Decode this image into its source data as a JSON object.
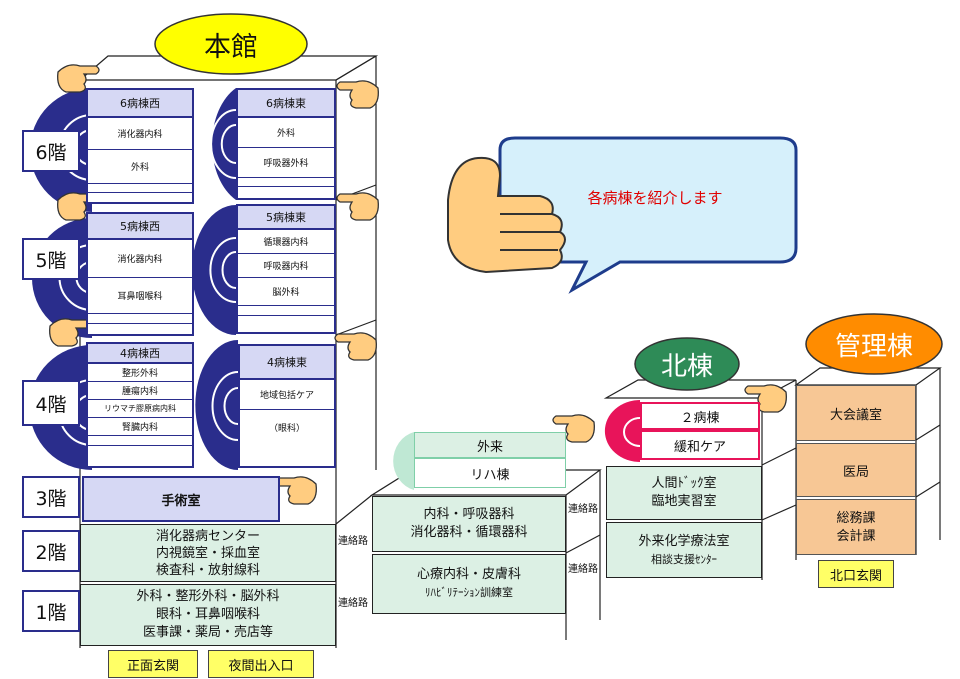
{
  "buildings": {
    "honkan": "本館",
    "kitato": "北棟",
    "kanrito": "管理棟"
  },
  "floors": [
    "6階",
    "5階",
    "4階",
    "3階",
    "2階",
    "1階"
  ],
  "wards": {
    "w6_west": {
      "name": "6病棟西",
      "rooms": [
        "消化器内科",
        "外科"
      ]
    },
    "w6_east": {
      "name": "6病棟東",
      "rooms": [
        "外科",
        "呼吸器外科"
      ]
    },
    "w5_west": {
      "name": "5病棟西",
      "rooms": [
        "消化器内科",
        "耳鼻咽喉科"
      ]
    },
    "w5_east": {
      "name": "5病棟東",
      "rooms": [
        "循環器内科",
        "呼吸器内科",
        "脳外科"
      ]
    },
    "w4_west": {
      "name": "4病棟西",
      "rooms": [
        "整形外科",
        "腫瘍内科",
        "リウマチ膠原病内科",
        "腎臓内科"
      ]
    },
    "w4_east": {
      "name": "4病棟東",
      "rooms": [
        "地域包括ケア",
        "（眼科）"
      ]
    }
  },
  "honkan_floors": {
    "f3": "手術室",
    "f2": [
      "消化器病センター",
      "内視鏡室・採血室",
      "検査科・放射線科"
    ],
    "f1": [
      "外科・整形外科・脳外科",
      "眼科・耳鼻咽喉科",
      "医事課・薬局・売店等"
    ]
  },
  "connector_label": "連絡路",
  "gairai": {
    "header": "外来",
    "sub": "リハ棟",
    "f2": [
      "内科・呼吸器科",
      "消化器科・循環器科"
    ],
    "f1": [
      "心療内科・皮膚科",
      "ﾘﾊﾋﾞﾘﾃｰｼｮﾝ訓練室"
    ]
  },
  "kita": {
    "ward": "２病棟",
    "kanwa": "緩和ケア",
    "f2": [
      "人間ﾄﾞｯｸ室",
      "臨地実習室"
    ],
    "f1": [
      "外来化学療法室",
      "相談支援ｾﾝﾀｰ"
    ]
  },
  "kanri": {
    "rooms": [
      "大会議室",
      "医局"
    ],
    "f1": [
      "総務課",
      "会計課"
    ]
  },
  "entrances": {
    "front": "正面玄関",
    "night": "夜間出入口",
    "north": "北口玄関"
  },
  "speech": "各病棟を紹介します",
  "colors": {
    "navy": "#2a2d8c",
    "ward_header": "#d6d8f4",
    "green": "#dcf0e4",
    "orange": "#f7c795",
    "yellow": "#ffff66",
    "pink": "#e8145a",
    "speech_text": "#e00000"
  }
}
